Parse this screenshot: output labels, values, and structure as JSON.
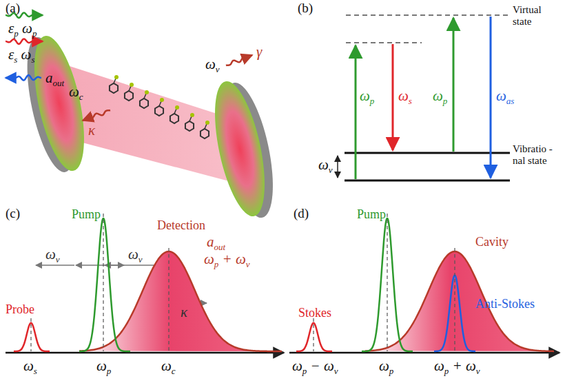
{
  "diagram": {
    "labels": [
      "(a)",
      "εp ωp",
      "εs ωs",
      "aout",
      "ωc",
      "ωv",
      "γ",
      "κ",
      "(b)",
      "Virtual state",
      "Vibratio -nal state",
      "ωv",
      "ωp",
      "ωs",
      "ωp",
      "ωas",
      "(c)",
      "Probe",
      "Pump",
      "Detection",
      "aout",
      "ωp + ωv",
      "ωv",
      "ωv",
      "κ",
      "ωs",
      "ωp",
      "ωc",
      "(d)",
      "Pump",
      "Cavity",
      "Stokes",
      "Anti-Stokes",
      "ωp − ωv",
      "ωp",
      "ωp + ωv"
    ]
  }
}
